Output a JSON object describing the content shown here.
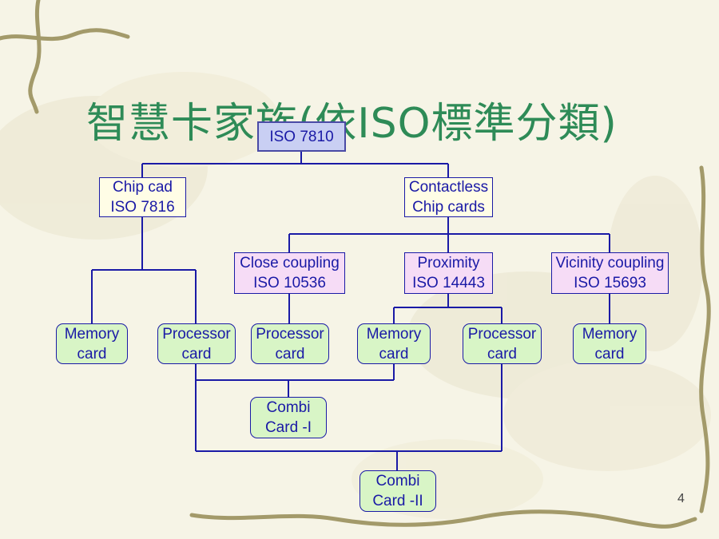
{
  "title": "智慧卡家族(依ISO標準分類)",
  "page_number": "4",
  "nodes": {
    "root": {
      "line1": "ISO 7810"
    },
    "chip_contact": {
      "line1": "Chip cad",
      "line2": "ISO 7816"
    },
    "contactless": {
      "line1": "Contactless",
      "line2": "Chip cards"
    },
    "close_coupling": {
      "line1": "Close coupling",
      "line2": "ISO 10536"
    },
    "proximity": {
      "line1": "Proximity",
      "line2": "ISO 14443"
    },
    "vicinity": {
      "line1": "Vicinity coupling",
      "line2": "ISO 15693"
    },
    "memory_card_1": {
      "line1": "Memory",
      "line2": "card"
    },
    "processor_card_1": {
      "line1": "Processor",
      "line2": "card"
    },
    "processor_card_2": {
      "line1": "Processor",
      "line2": "card"
    },
    "memory_card_2": {
      "line1": "Memory",
      "line2": "card"
    },
    "processor_card_3": {
      "line1": "Processor",
      "line2": "card"
    },
    "memory_card_3": {
      "line1": "Memory",
      "line2": "card"
    },
    "combi_1": {
      "line1": "Combi",
      "line2": "Card -I"
    },
    "combi_2": {
      "line1": "Combi",
      "line2": "Card -II"
    }
  },
  "colors": {
    "title": "#2e8b57",
    "text": "#1a1aa6",
    "root_fill": "#c9cff3",
    "contact_fill": "#fffde6",
    "coupling_fill": "#f6dcf6",
    "leaf_fill": "#d8f5c6",
    "connector": "#1a1aa6"
  }
}
